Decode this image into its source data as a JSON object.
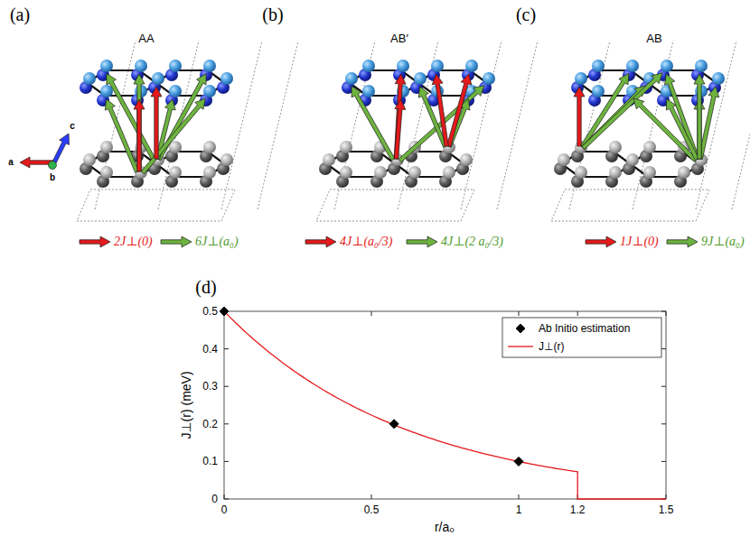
{
  "diagram": {
    "labels": [
      "(a)",
      "AA",
      "(b)",
      "AB′",
      "(c)",
      "AB",
      "a",
      "b",
      "c",
      "2J⊥(0)",
      "6J⊥(a₀)",
      "4J⊥(a₀/3)",
      "4J⊥(2 a₀/3)",
      "1J⊥(0)",
      "9J⊥(a₀)",
      "(d)",
      "J⊥(r) (meV)",
      "r/a₀",
      "0",
      "0.1",
      "0.2",
      "0.3",
      "0.4",
      "0.5",
      "0",
      "0.5",
      "1",
      "1.2",
      "1.5"
    ],
    "legend": [
      {
        "text": "Ab Initio estimation"
      },
      {
        "text": "J⊥(r)"
      }
    ]
  }
}
